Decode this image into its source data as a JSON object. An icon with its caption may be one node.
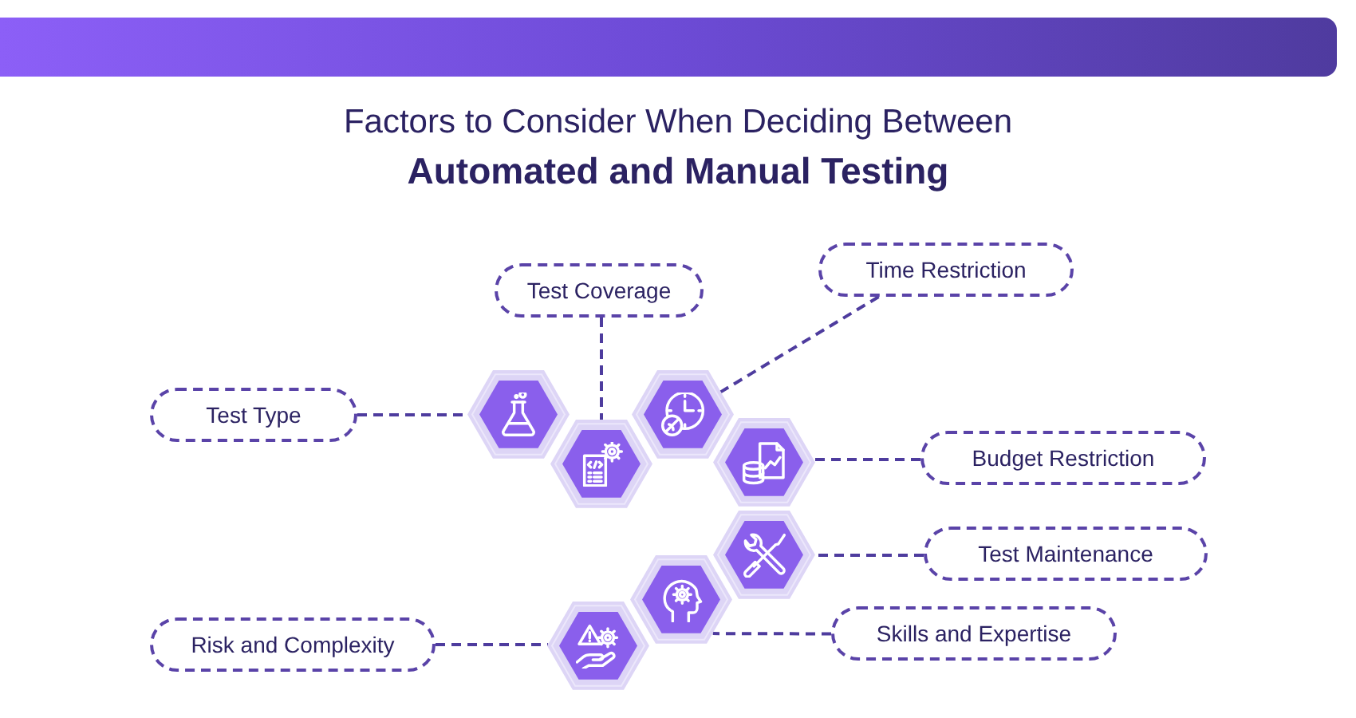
{
  "diagram": {
    "title": "Factors to Consider When Deciding Between **Automated and Manual Testing**",
    "nodes": [
      {
        "text": [
          "Time Restriction"
        ]
      },
      {
        "text": [
          "Test Coverage"
        ]
      },
      {
        "text": [
          "Test Type"
        ]
      },
      {
        "text": [
          "Budget Restriction"
        ]
      },
      {
        "text": [
          "Test Maintenance"
        ]
      },
      {
        "text": [
          "Skills and Expertise"
        ]
      },
      {
        "text": [
          "Risk and Complexity"
        ]
      },
      {
        "text": [],
        "shape": "hexagon"
      },
      {
        "text": [],
        "shape": "hexagon"
      },
      {
        "text": [],
        "shape": "hexagon"
      },
      {
        "text": [],
        "shape": "hexagon"
      },
      {
        "text": [],
        "shape": "hexagon"
      },
      {
        "text": [],
        "shape": "hexagon"
      },
      {
        "text": [],
        "shape": "hexagon"
      }
    ],
    "edges": [
      {
        "from": 0,
        "to": 9,
        "arrow": "none"
      },
      {
        "from": 1,
        "to": 8,
        "arrow": "none"
      },
      {
        "from": 2,
        "to": 7,
        "arrow": "none"
      },
      {
        "from": 3,
        "to": 10,
        "arrow": "none"
      },
      {
        "from": 4,
        "to": 11,
        "arrow": "none"
      },
      {
        "from": 5,
        "to": 12,
        "arrow": "none"
      },
      {
        "from": 6,
        "to": 13,
        "arrow": "none"
      }
    ]
  }
}
